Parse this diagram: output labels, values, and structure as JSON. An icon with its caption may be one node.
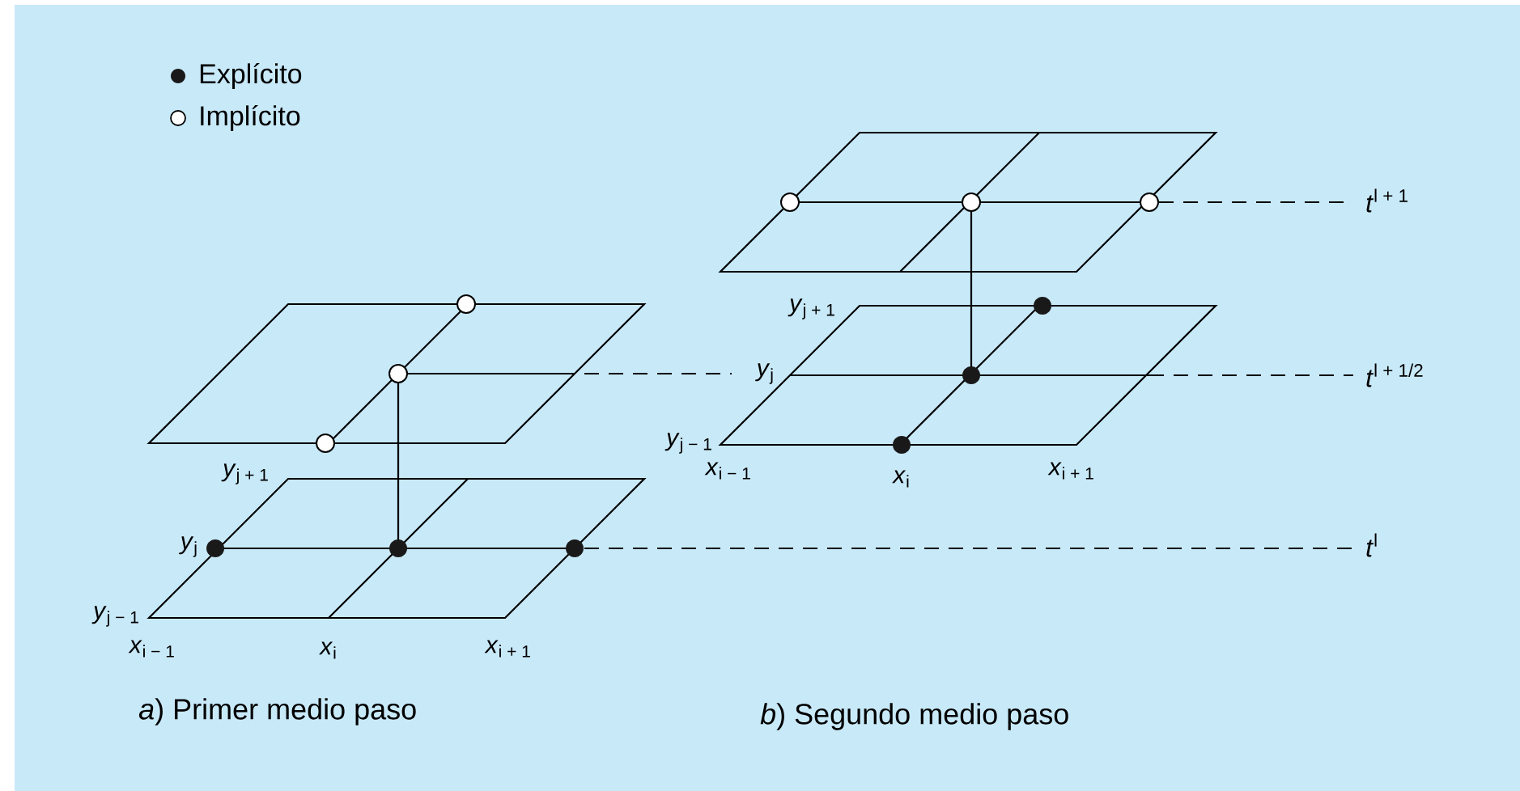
{
  "diagram": {
    "labels": [
      "*t*$^{l + 1}$",
      "*y*$_{j + 1}$",
      "*y*$_{j}$",
      "*t*$^{l + 1/2}$",
      "*y*$_{j + 1}$",
      "*y*$_{j − 1}$",
      "*x*$_{i − 1}$",
      "*x*$_{i}$",
      "*x*$_{i + 1}$",
      "*y*$_{j}$",
      "*t*$^{l}$",
      "*y*$_{j − 1}$",
      "*x*$_{i − 1}$",
      "*x*$_{i}$",
      "*x*$_{i + 1}$",
      "*a*) Primer medio paso",
      "*b*) Segundo medio paso"
    ],
    "legend": [
      {
        "text": "Explícito"
      },
      {
        "text": "Implícito"
      }
    ]
  }
}
